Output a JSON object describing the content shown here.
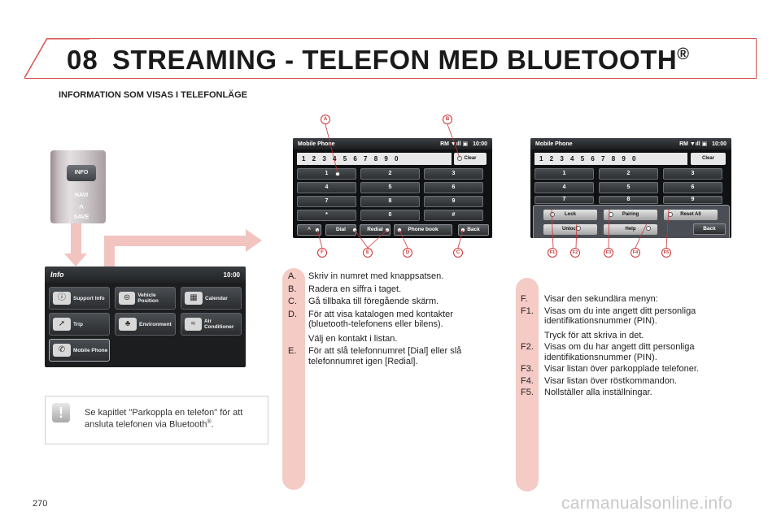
{
  "header": {
    "chapter_number": "08",
    "title": "STREAMING - TELEFON MED BLUETOOTH",
    "title_symbol": "®"
  },
  "subheading": "INFORMATION SOM VISAS I TELEFONLÄGE",
  "steering_buttons": [
    "INFO",
    "NAVI",
    "^",
    "SAVE"
  ],
  "info_screen": {
    "title": "Info",
    "time": "10:00",
    "tiles": [
      {
        "label": "Support Info",
        "icon": "info-icon"
      },
      {
        "label": "Vehicle Position",
        "icon": "car-icon"
      },
      {
        "label": "Calendar",
        "icon": "calendar-icon"
      },
      {
        "label": "Trip",
        "icon": "trip-icon"
      },
      {
        "label": "Environment",
        "icon": "environment-icon"
      },
      {
        "label": "Air Conditioner",
        "icon": "air-conditioner-icon"
      },
      {
        "label": "Mobile Phone",
        "icon": "phone-icon"
      }
    ]
  },
  "note": {
    "icon": "warning-icon",
    "text": "Se kapitlet \"Parkoppla en telefon\" för att ansluta telefonen via Bluetooth",
    "symbol": "®",
    "end": "."
  },
  "phone_screen_left": {
    "title": "Mobile Phone",
    "status": "RM  ▼ıll  ▣",
    "time": "10:00",
    "number": "1 2 3 4 5 6 7 8 9 0",
    "clear_label": "Clear",
    "keys": [
      "1",
      "2",
      "3",
      "4",
      "5",
      "6",
      "7",
      "8",
      "9",
      "*",
      "0",
      "#"
    ],
    "bottom_buttons": {
      "up": "^",
      "dial": "Dial",
      "redial": "Redial",
      "phonebook": "Phone book",
      "back": "Back"
    }
  },
  "phone_screen_right": {
    "title": "Mobile Phone",
    "status": "RM  ▼ıll  ▣",
    "time": "10:00",
    "number": "1 2 3 4 5 6 7 8 9 0",
    "clear_label": "Clear",
    "keys": [
      "1",
      "2",
      "3",
      "4",
      "5",
      "6",
      "7",
      "8",
      "9"
    ],
    "submenu": {
      "lock": "Lock",
      "pairing": "Pairing",
      "reset_all": "Reset All",
      "unlock": "Unlock",
      "help": "Help"
    },
    "back": "Back"
  },
  "callouts_left": {
    "a": "A",
    "b": "B",
    "f": "F",
    "e": "E",
    "d": "D",
    "c": "C"
  },
  "callouts_right": {
    "f1": "F1",
    "f2": "F2",
    "f3": "F3",
    "f4": "F4",
    "f5": "F5"
  },
  "list_left": [
    {
      "key": "A.",
      "text": "Skriv in numret med knappsatsen."
    },
    {
      "key": "B.",
      "text": "Radera en siffra i taget."
    },
    {
      "key": "C.",
      "text": "Gå tillbaka till föregående skärm."
    },
    {
      "key": "D.",
      "text": "För att visa katalogen med kontakter (bluetooth-telefonens eller bilens).",
      "sub": "Välj en kontakt i listan."
    },
    {
      "key": "E.",
      "text": "För att slå telefonnumret [Dial] eller slå telefonnumret igen [Redial]."
    }
  ],
  "list_right": [
    {
      "key": "F.",
      "text": "Visar den sekundära menyn:"
    },
    {
      "key": "F1.",
      "text": "Visas om du inte angett ditt personliga identifikationsnummer (PIN).",
      "sub": "Tryck för att skriva in det."
    },
    {
      "key": "F2.",
      "text": "Visas om du har angett ditt personliga identifikationsnummer (PIN)."
    },
    {
      "key": "F3.",
      "text": "Visar listan över parkopplade telefoner."
    },
    {
      "key": "F4.",
      "text": "Visar listan över röstkommandon."
    },
    {
      "key": "F5.",
      "text": "Nollställer alla inställningar."
    }
  ],
  "page_number": "270",
  "watermark": "carmanualsonline.info",
  "colors": {
    "accent_red": "#d9534f",
    "pink": "#f5cbc6",
    "arrow_pink": "#f2c4c0"
  }
}
